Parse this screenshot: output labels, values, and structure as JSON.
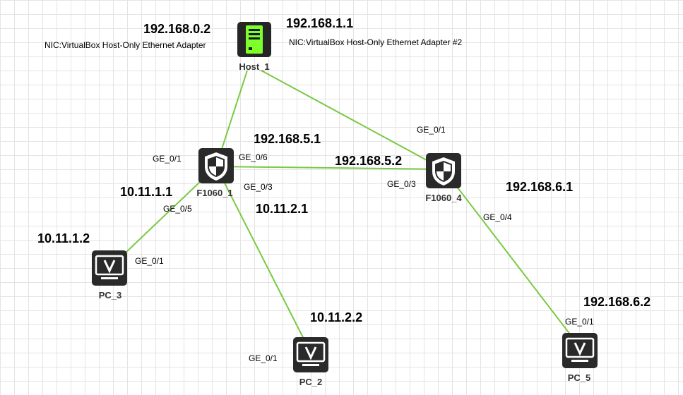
{
  "devices": {
    "host_1": {
      "name": "Host_1",
      "icon": "server-icon",
      "color": "#7cff2a"
    },
    "f1060_1": {
      "name": "F1060_1",
      "icon": "firewall-shield-icon"
    },
    "f1060_4": {
      "name": "F1060_4",
      "icon": "firewall-shield-icon"
    },
    "pc_3": {
      "name": "PC_3",
      "icon": "pc-monitor-icon"
    },
    "pc_2": {
      "name": "PC_2",
      "icon": "pc-monitor-icon"
    },
    "pc_5": {
      "name": "PC_5",
      "icon": "pc-monitor-icon"
    }
  },
  "nics": {
    "host_left": "NIC:VirtualBox Host-Only Ethernet Adapter",
    "host_right": "NIC:VirtualBox Host-Only Ethernet Adapter #2"
  },
  "ips": {
    "host_left": "192.168.0.2",
    "host_right": "192.168.1.1",
    "f1_to_f4": "192.168.5.1",
    "f4_to_f1": "192.168.5.2",
    "f1_to_pc3": "10.11.1.1",
    "pc3": "10.11.1.2",
    "f1_to_pc2": "10.11.2.1",
    "pc2": "10.11.2.2",
    "f4_to_pc5": "192.168.6.1",
    "pc5": "192.168.6.2"
  },
  "ports": {
    "f1_ge01": "GE_0/1",
    "f1_ge06": "GE_0/6",
    "f1_ge03": "GE_0/3",
    "f1_ge05": "GE_0/5",
    "f4_ge01": "GE_0/1",
    "f4_ge03": "GE_0/3",
    "f4_ge04": "GE_0/4",
    "pc3_ge01": "GE_0/1",
    "pc2_ge01": "GE_0/1",
    "pc5_ge01": "GE_0/1"
  },
  "link_color": "#7ac943"
}
